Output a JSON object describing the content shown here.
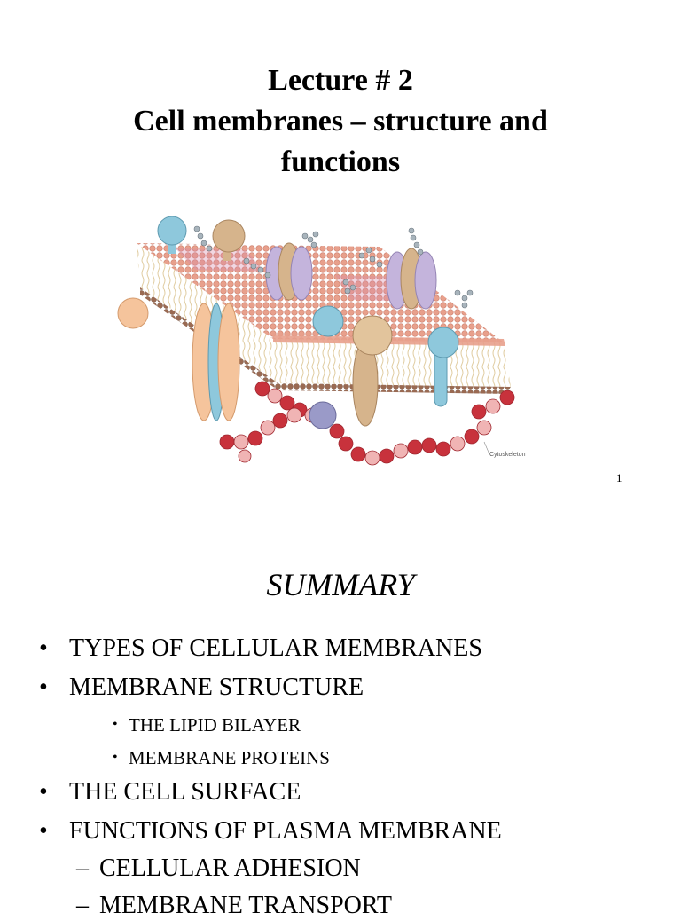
{
  "slide1": {
    "title_line1": "Lecture # 2",
    "title_line2": "Cell membranes – structure and",
    "title_line3": "functions",
    "illustration_label": "Cytoskeleton",
    "page_number": "1"
  },
  "slide2": {
    "heading": "SUMMARY",
    "bullet_mark": "•",
    "dash_mark": "–",
    "items": [
      {
        "level": 1,
        "text": "TYPES OF CELLULAR MEMBRANES"
      },
      {
        "level": 1,
        "text": "MEMBRANE STRUCTURE"
      },
      {
        "level": 2,
        "text": "THE LIPID BILAYER"
      },
      {
        "level": 2,
        "text": "MEMBRANE PROTEINS"
      },
      {
        "level": 1,
        "text": "THE CELL SURFACE"
      },
      {
        "level": 1,
        "text": "FUNCTIONS OF PLASMA MEMBRANE"
      },
      {
        "level": 3,
        "text": "CELLULAR ADHESION"
      },
      {
        "level": 3,
        "text": "MEMBRANE TRANSPORT"
      }
    ]
  },
  "colors": {
    "lipid_head": "#e8a08c",
    "lipid_head_pink": "#d88aa8",
    "protein_peach": "#f5c49c",
    "protein_blue": "#8ec8dc",
    "protein_lavender": "#c4b4dc",
    "protein_tan": "#d6b48c",
    "cytoskeleton_red": "#c8323c",
    "cytoskeleton_pink": "#f0b4b4"
  }
}
